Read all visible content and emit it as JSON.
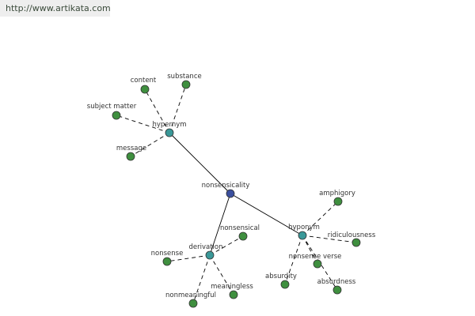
{
  "header": {
    "url": "http://www.artikata.com"
  },
  "graph": {
    "colors": {
      "root": "#3b4f9e",
      "relation": "#3a9898",
      "word": "#3f8f3f"
    },
    "nodes": [
      {
        "id": "nonsensicality",
        "label": "nonsensicality",
        "kind": "root"
      },
      {
        "id": "hypernym",
        "label": "hypernym",
        "kind": "relation"
      },
      {
        "id": "derivation",
        "label": "derivation",
        "kind": "relation"
      },
      {
        "id": "hyponym",
        "label": "hyponym",
        "kind": "relation"
      },
      {
        "id": "content",
        "label": "content",
        "kind": "word"
      },
      {
        "id": "substance",
        "label": "substance",
        "kind": "word"
      },
      {
        "id": "subject-matter",
        "label": "subject matter",
        "kind": "word"
      },
      {
        "id": "message",
        "label": "message",
        "kind": "word"
      },
      {
        "id": "nonsensical",
        "label": "nonsensical",
        "kind": "word"
      },
      {
        "id": "nonsense",
        "label": "nonsense",
        "kind": "word"
      },
      {
        "id": "meaningless",
        "label": "meaningless",
        "kind": "word"
      },
      {
        "id": "nonmeaningful",
        "label": "nonmeaningful",
        "kind": "word"
      },
      {
        "id": "amphigory",
        "label": "amphigory",
        "kind": "word"
      },
      {
        "id": "ridiculousness",
        "label": "ridiculousness",
        "kind": "word"
      },
      {
        "id": "nonsense-verse",
        "label": "nonsense verse",
        "kind": "word"
      },
      {
        "id": "absurdity",
        "label": "absurdity",
        "kind": "word"
      },
      {
        "id": "absurdness",
        "label": "absurdness",
        "kind": "word"
      }
    ],
    "edges": [
      {
        "from": "nonsensicality",
        "to": "hypernym",
        "style": "solid"
      },
      {
        "from": "nonsensicality",
        "to": "derivation",
        "style": "solid"
      },
      {
        "from": "nonsensicality",
        "to": "hyponym",
        "style": "solid"
      },
      {
        "from": "hypernym",
        "to": "content",
        "style": "dashed"
      },
      {
        "from": "hypernym",
        "to": "substance",
        "style": "dashed"
      },
      {
        "from": "hypernym",
        "to": "subject-matter",
        "style": "dashed"
      },
      {
        "from": "hypernym",
        "to": "message",
        "style": "dashed"
      },
      {
        "from": "derivation",
        "to": "nonsensical",
        "style": "dashed"
      },
      {
        "from": "derivation",
        "to": "nonsense",
        "style": "dashed"
      },
      {
        "from": "derivation",
        "to": "meaningless",
        "style": "dashed"
      },
      {
        "from": "derivation",
        "to": "nonmeaningful",
        "style": "dashed"
      },
      {
        "from": "hyponym",
        "to": "amphigory",
        "style": "dashed"
      },
      {
        "from": "hyponym",
        "to": "ridiculousness",
        "style": "dashed"
      },
      {
        "from": "hyponym",
        "to": "nonsense-verse",
        "style": "dashed"
      },
      {
        "from": "hyponym",
        "to": "absurdity",
        "style": "dashed"
      },
      {
        "from": "hyponym",
        "to": "absurdness",
        "style": "dashed"
      }
    ]
  }
}
